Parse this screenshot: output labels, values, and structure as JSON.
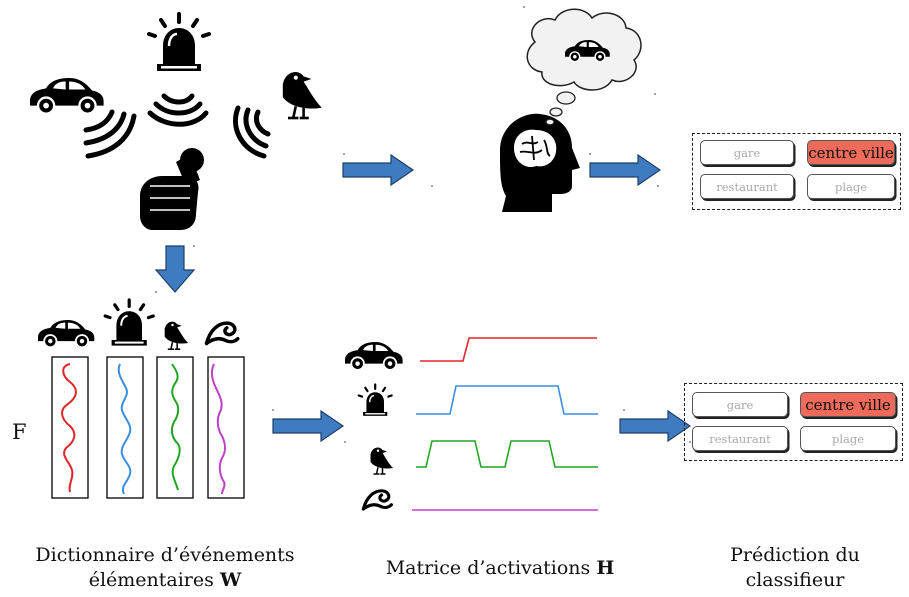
{
  "colors": {
    "arrow_fill": "#3f7bc0",
    "arrow_stroke": "#1f3f66",
    "selected_option": "#ee6a5a",
    "series_car": "#e0262a",
    "series_siren": "#3a8ee0",
    "series_bird": "#21a524",
    "series_wave": "#c040c8"
  },
  "icons": [
    "car-icon",
    "siren-icon",
    "bird-icon",
    "microphone-icon",
    "head-brain-icon",
    "thought-bubble-icon",
    "wave-icon"
  ],
  "dictionary_label": "F",
  "captions": {
    "dictionary_line1": "Dictionnaire d’événements",
    "dictionary_line2": "élémentaires",
    "dictionary_symbol": "W",
    "activations": "Matrice d’activations",
    "activations_symbol": "H",
    "prediction_line1": "Prédiction du",
    "prediction_line2": "classifieur"
  },
  "top_classifier": {
    "options": [
      {
        "label": "gare",
        "selected": false
      },
      {
        "label": "centre ville",
        "selected": true
      },
      {
        "label": "restaurant",
        "selected": false
      },
      {
        "label": "plage",
        "selected": false
      }
    ]
  },
  "bottom_classifier": {
    "options": [
      {
        "label": "gare",
        "selected": false
      },
      {
        "label": "centre ville",
        "selected": true
      },
      {
        "label": "restaurant",
        "selected": false
      },
      {
        "label": "plage",
        "selected": false
      }
    ]
  }
}
